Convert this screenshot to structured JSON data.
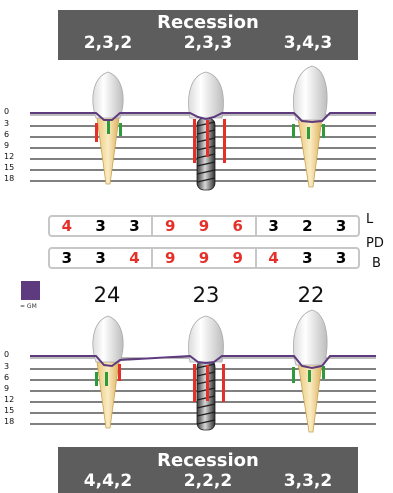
{
  "recession_top": {
    "title": "Recession",
    "values": [
      "2,3,2",
      "2,3,3",
      "3,4,3"
    ]
  },
  "recession_bottom": {
    "title": "Recession",
    "values": [
      "4,4,2",
      "2,2,2",
      "3,3,2"
    ]
  },
  "scale_ticks": [
    "0",
    "3",
    "6",
    "9",
    "12",
    "15",
    "18"
  ],
  "pd_lingual": [
    [
      {
        "v": "4",
        "c": "red"
      },
      {
        "v": "3",
        "c": "blk"
      },
      {
        "v": "3",
        "c": "blk"
      }
    ],
    [
      {
        "v": "9",
        "c": "red"
      },
      {
        "v": "9",
        "c": "red"
      },
      {
        "v": "6",
        "c": "red"
      }
    ],
    [
      {
        "v": "3",
        "c": "blk"
      },
      {
        "v": "2",
        "c": "blk"
      },
      {
        "v": "3",
        "c": "blk"
      }
    ]
  ],
  "pd_buccal": [
    [
      {
        "v": "3",
        "c": "blk"
      },
      {
        "v": "3",
        "c": "blk"
      },
      {
        "v": "4",
        "c": "red"
      }
    ],
    [
      {
        "v": "9",
        "c": "red"
      },
      {
        "v": "9",
        "c": "red"
      },
      {
        "v": "9",
        "c": "red"
      }
    ],
    [
      {
        "v": "4",
        "c": "red"
      },
      {
        "v": "3",
        "c": "blk"
      },
      {
        "v": "3",
        "c": "blk"
      }
    ]
  ],
  "labels": {
    "lingual": "L",
    "pd": "PD",
    "buccal": "B"
  },
  "tooth_numbers": [
    "24",
    "23",
    "22"
  ],
  "legend": {
    "text": "= GM",
    "color": "#5e3a7e"
  },
  "colors": {
    "banner": "#5d5d5d",
    "red": "#e5302a",
    "green": "#2f9a3a",
    "gm_line": "#5e3a7e"
  }
}
